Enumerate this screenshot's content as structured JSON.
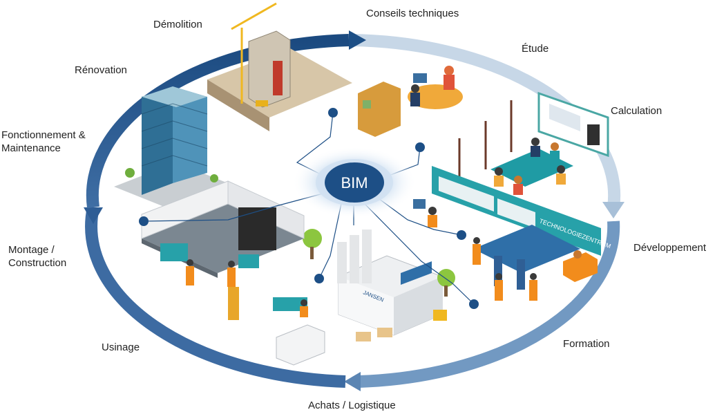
{
  "hub": {
    "label": "BIM"
  },
  "phases": {
    "conseils": "Conseils techniques",
    "etude": "Étude",
    "calculation": "Calculation",
    "developpement": "Développement",
    "formation": "Formation",
    "achats": "Achats / Logistique",
    "usinage": "Usinage",
    "montage": "Montage /\nConstruction",
    "fonctionnement": "Fonctionnement &\nMaintenance",
    "renovation": "Rénovation",
    "demolition": "Démolition"
  },
  "scene_text": {
    "brand": "JANSEN",
    "techzentrum": "TECHNOLOGIEZENTRUM"
  },
  "colors": {
    "cycle_dark": "#1d4f86",
    "cycle_mid": "#4a78ad",
    "cycle_light": "#c6d6e6",
    "hub": "#1d4f86",
    "hub_glow": "#d8e6f3",
    "node": "#1d4f86",
    "accent_orange": "#f28c1c"
  }
}
